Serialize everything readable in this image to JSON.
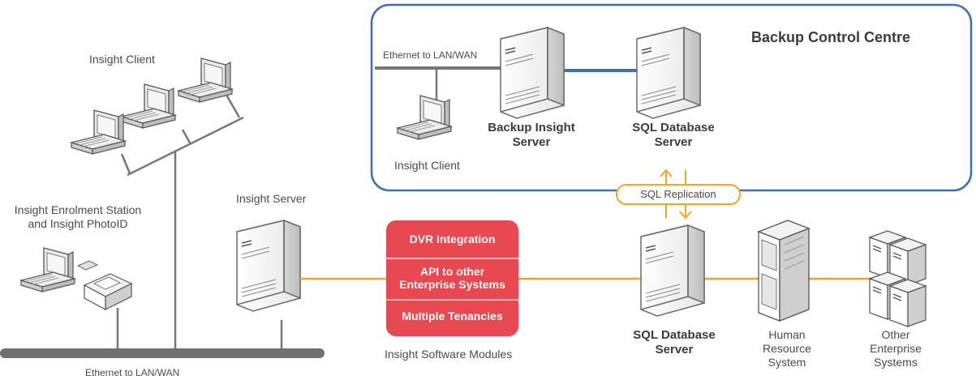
{
  "backup_centre": {
    "title": "Backup Control Centre",
    "ethernet_label": "Ethernet to LAN/WAN",
    "insight_client": "Insight Client",
    "backup_server_line1": "Backup Insight",
    "backup_server_line2": "Server",
    "sql_server_line1": "SQL Database",
    "sql_server_line2": "Server"
  },
  "left": {
    "insight_client": "Insight Client",
    "enrolment_line1": "Insight Enrolment Station",
    "enrolment_line2": "and Insight PhotoID",
    "insight_server": "Insight Server",
    "ethernet_label": "Ethernet to LAN/WAN"
  },
  "modules": {
    "items": [
      "DVR Integration",
      "API to other",
      "Enterprise Systems",
      "Multiple Tenancies"
    ],
    "caption": "Insight Software Modules"
  },
  "replication": {
    "label": "SQL Replication"
  },
  "bottom_right": {
    "sql_line1": "SQL Database",
    "sql_line2": "Server",
    "hr_line1": "Human",
    "hr_line2": "Resource",
    "hr_line3": "System",
    "other_line1": "Other",
    "other_line2": "Enterprise",
    "other_line3": "Systems"
  },
  "colors": {
    "orange_link": "#f5a623",
    "blue_frame": "#3d6fb6",
    "module_red": "#e8484f",
    "network_grey": "#777777"
  }
}
